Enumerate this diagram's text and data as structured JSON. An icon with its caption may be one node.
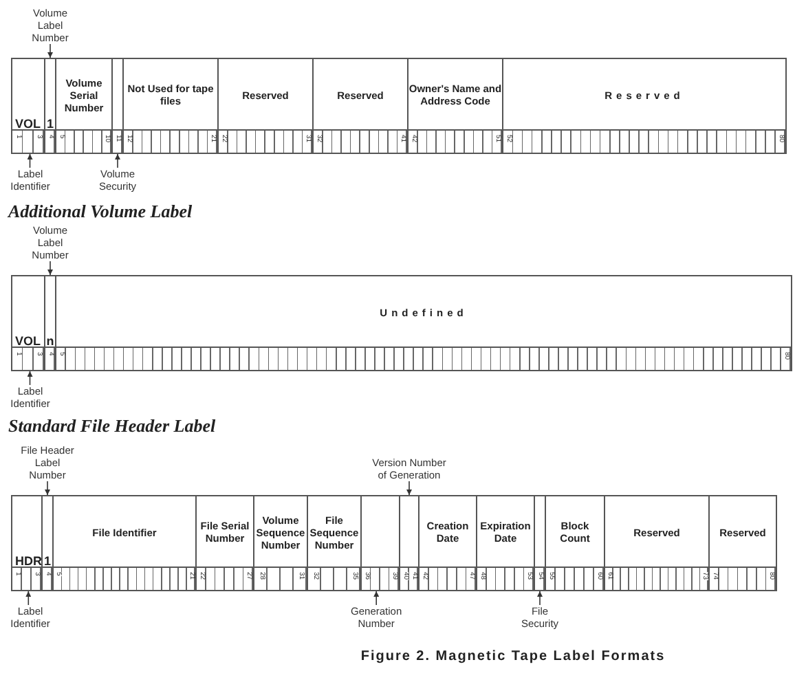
{
  "diagram": {
    "caption": "Figure 2. Magnetic Tape Label Formats",
    "nodes": [
      {
        "text": [
          "Volume Label Number"
        ]
      },
      {
        "text": [
          "VOL"
        ]
      },
      {
        "text": [
          "1"
        ]
      },
      {
        "text": [
          "Volume Serial Number"
        ]
      },
      {
        "text": [],
        "shape": "box"
      },
      {
        "text": [
          "Not Used for tape files"
        ]
      },
      {
        "text": [
          "Reserved"
        ]
      },
      {
        "text": [
          "Reserved"
        ]
      },
      {
        "text": [
          "Owner's Name and Address Code"
        ]
      },
      {
        "text": [
          "Reserved"
        ]
      },
      {
        "text": [
          "Label Identifier"
        ]
      },
      {
        "text": [
          "Volume Security"
        ]
      },
      {
        "text": [
          "Volume Label Number"
        ]
      },
      {
        "text": [
          "VOL"
        ]
      },
      {
        "text": [
          "n"
        ]
      },
      {
        "text": [
          "Undefined"
        ]
      },
      {
        "text": [
          "Label Identifier"
        ]
      },
      {
        "text": [
          "File Header Label Number"
        ]
      },
      {
        "text": [
          "Version Number of Generation"
        ]
      },
      {
        "text": [
          "HDR"
        ]
      },
      {
        "text": [
          "1"
        ]
      },
      {
        "text": [
          "File Identifier"
        ]
      },
      {
        "text": [
          "File Serial Number"
        ]
      },
      {
        "text": [
          "Volume Sequence Number"
        ]
      },
      {
        "text": [
          "File Sequence Number"
        ]
      },
      {
        "text": [],
        "shape": "box"
      },
      {
        "text": [],
        "shape": "box"
      },
      {
        "text": [
          "Creation Date"
        ]
      },
      {
        "text": [
          "Expiration Date"
        ]
      },
      {
        "text": [],
        "shape": "box"
      },
      {
        "text": [
          "Block Count"
        ]
      },
      {
        "text": [
          "Reserved"
        ]
      },
      {
        "text": [
          "Reserved"
        ]
      },
      {
        "text": [
          "Label Identifier"
        ]
      },
      {
        "text": [
          "Generation Number"
        ]
      },
      {
        "text": [
          "File Security"
        ]
      }
    ],
    "edges": [
      {
        "from": 0,
        "to": 2,
        "arrow": "to"
      },
      {
        "from": 10,
        "to": 1,
        "arrow": "to"
      },
      {
        "from": 11,
        "to": 4,
        "arrow": "to"
      },
      {
        "from": 12,
        "to": 14,
        "arrow": "to"
      },
      {
        "from": 16,
        "to": 13,
        "arrow": "to"
      },
      {
        "from": 17,
        "to": 20,
        "arrow": "to"
      },
      {
        "from": 18,
        "to": 26,
        "arrow": "to"
      },
      {
        "from": 33,
        "to": 19,
        "arrow": "to"
      },
      {
        "from": 34,
        "to": 25,
        "arrow": "to"
      },
      {
        "from": 35,
        "to": 29,
        "arrow": "to"
      }
    ],
    "labels": [
      "1",
      "3",
      "4",
      "5",
      "10",
      "11",
      "12",
      "21",
      "22",
      "31",
      "32",
      "41",
      "42",
      "51",
      "52",
      "80",
      "Additional Volume Label",
      "1",
      "3",
      "4",
      "5",
      "80",
      "Standard File Header Label",
      "1",
      "3",
      "4",
      "5",
      "21",
      "22",
      "27",
      "28",
      "31",
      "32",
      "35",
      "36",
      "39",
      "40",
      "41",
      "42",
      "47",
      "48",
      "53",
      "54",
      "55",
      "60",
      "61",
      "73",
      "74",
      "80"
    ]
  }
}
